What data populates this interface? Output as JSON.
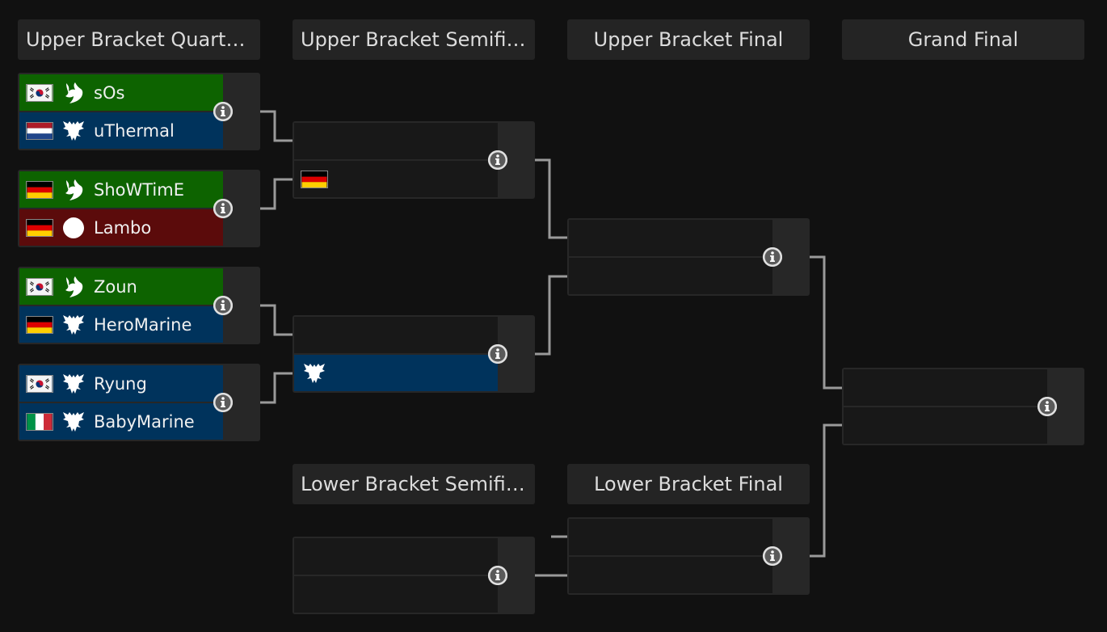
{
  "rounds": {
    "ub_quarterfinals": "Upper Bracket Quarterfinals",
    "ub_semifinals": "Upper Bracket Semifinals",
    "ub_final": "Upper Bracket Final",
    "grand_final": "Grand Final",
    "lb_semifinal": "Lower Bracket Semifinal",
    "lb_final": "Lower Bracket Final"
  },
  "colors": {
    "protoss_win": "#0d6300",
    "terran": "#00335c",
    "zerg": "#5b0b0b",
    "empty_slot": "#181818",
    "background": "#111111"
  },
  "matches": {
    "ubqf1": {
      "top": {
        "name": "sOs",
        "flag": "south-korea-flag-icon",
        "race": "protoss-icon"
      },
      "bottom": {
        "name": "uThermal",
        "flag": "netherlands-flag-icon",
        "race": "terran-icon"
      }
    },
    "ubqf2": {
      "top": {
        "name": "ShoWTimE",
        "flag": "germany-flag-icon",
        "race": "protoss-icon"
      },
      "bottom": {
        "name": "Lambo",
        "flag": "germany-flag-icon",
        "race": "zerg-icon"
      }
    },
    "ubqf3": {
      "top": {
        "name": "Zoun",
        "flag": "south-korea-flag-icon",
        "race": "protoss-icon"
      },
      "bottom": {
        "name": "HeroMarine",
        "flag": "germany-flag-icon",
        "race": "terran-icon"
      }
    },
    "ubqf4": {
      "top": {
        "name": "Ryung",
        "flag": "south-korea-flag-icon",
        "race": "terran-icon"
      },
      "bottom": {
        "name": "BabyMarine",
        "flag": "italy-flag-icon",
        "race": "terran-icon"
      }
    },
    "ubsf1": {
      "bottom": {
        "flag": "germany-flag-icon"
      }
    },
    "ubsf2": {
      "bottom": {
        "race": "terran-icon"
      }
    }
  },
  "info_icon": "info-icon"
}
